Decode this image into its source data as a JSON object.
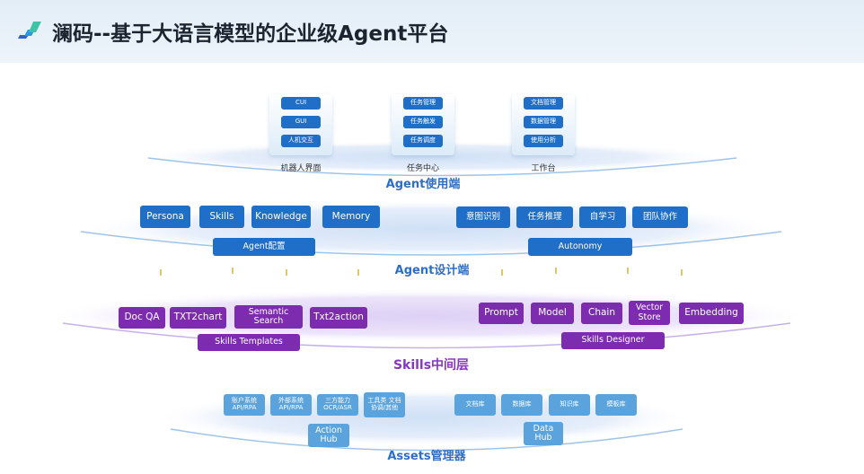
{
  "header": {
    "title": "澜码--基于大语言模型的企业级Agent平台"
  },
  "layer_agent_ui": {
    "label": "Agent使用端",
    "groups": [
      {
        "label": "机器人界面",
        "items": [
          "CUI",
          "GUI",
          "人机交互"
        ]
      },
      {
        "label": "任务中心",
        "items": [
          "任务管理",
          "任务触发",
          "任务调度"
        ]
      },
      {
        "label": "工作台",
        "items": [
          "文档管理",
          "数据管理",
          "使用分析"
        ]
      }
    ]
  },
  "layer_agent_design": {
    "label": "Agent设计端",
    "config_items": [
      "Persona",
      "Skills",
      "Knowledge",
      "Memory"
    ],
    "config_label": "Agent配置",
    "autonomy_items": [
      "意图识别",
      "任务推理",
      "自学习",
      "团队协作"
    ],
    "autonomy_label": "Autonomy"
  },
  "layer_skills": {
    "label": "Skills中间层",
    "templates_items": [
      "Doc QA",
      "TXT2chart",
      "Semantic Search",
      "Txt2action"
    ],
    "templates_label": "Skills Templates",
    "designer_items": [
      "Prompt",
      "Model",
      "Chain",
      "Vector Store",
      "Embedding"
    ],
    "designer_label": "Skills Designer"
  },
  "layer_assets": {
    "label": "Assets管理器",
    "action_items": [
      "账户系统 API/RPA",
      "外部系统 API/RPA",
      "三方能力 OCR/ASR",
      "工具类 文档协调/其他"
    ],
    "action_label": "Action Hub",
    "data_items": [
      "文档库",
      "数据库",
      "知识库",
      "模板库"
    ],
    "data_label": "Data Hub"
  },
  "colors": {
    "blue": "#1f6fc8",
    "light_blue": "#5aa3dd",
    "purple": "#7d2cb0",
    "accent_text": "#2e6ec4"
  }
}
